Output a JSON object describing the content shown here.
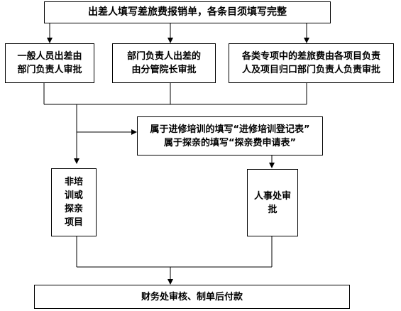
{
  "nodes": {
    "top": "出差人填写差旅费报销单，各条目须填写完整",
    "general_staff": "一般人员出差由\n部门负责人审批",
    "dept_head": "部门负责人出差的\n由分管院长审批",
    "special_project": "各类专项中的差旅费由各项目负责\n人及项目归口部门负责人负责审批",
    "form_note": "属于进修培训的填写“进修培训登记表”\n属于探亲的填写“探亲费申请表”",
    "non_training": "非培\n训或\n探亲\n项目",
    "hr_approval": "人事处审\n批",
    "finance": "财务处审核、制单后付款"
  },
  "colors": {
    "stroke": "#000000",
    "fill": "#ffffff"
  }
}
